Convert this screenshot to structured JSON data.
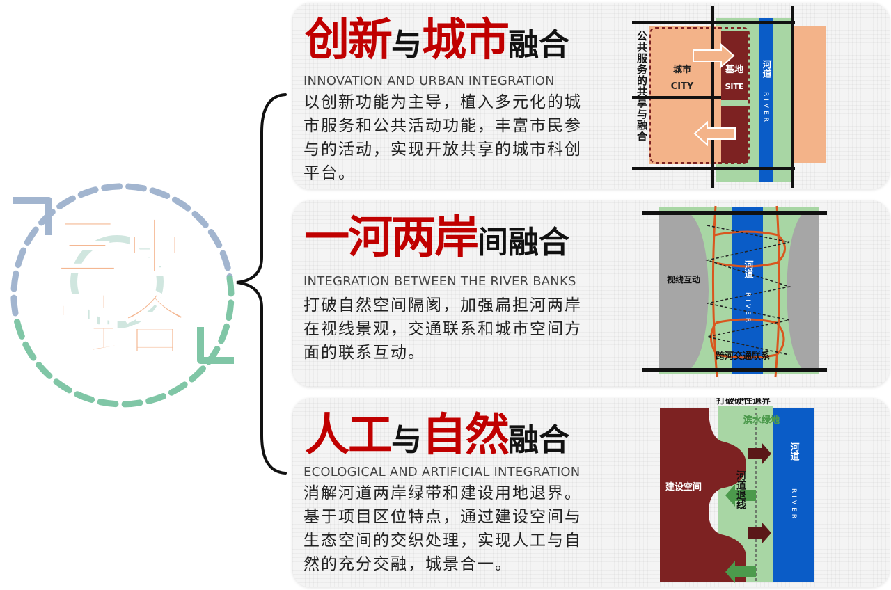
{
  "main": {
    "line1": "三重",
    "line2": "融合"
  },
  "sections": [
    {
      "title_a": "创新",
      "title_join": "与",
      "title_b": "城市",
      "title_end": "融合",
      "subtitle": "INNOVATION AND URBAN INTEGRATION",
      "description": "以创新功能为主导，植入多元化的城市服务和公共活动功能，丰富市民参与的活动，实现开放共享的城市科创平台。",
      "diagram": {
        "vertical_label": "公共服务的共享与融合",
        "city_cn": "城市",
        "city_en": "CITY",
        "site_cn": "基地",
        "site_en": "SITE",
        "river_cn": "河道",
        "river_en": "RIVER"
      }
    },
    {
      "title_a": "一河两岸",
      "title_end": "间融合",
      "subtitle": "INTEGRATION BETWEEN THE RIVER BANKS",
      "description": "打破自然空间隔阂，加强扁担河两岸在视线景观，交通联系和城市空间方面的联系互动。",
      "diagram": {
        "sight_label": "视线互动",
        "traffic_label": "跨河交通联系",
        "river_cn": "河道",
        "river_en": "RIVER"
      }
    },
    {
      "title_a": "人工",
      "title_join": "与",
      "title_b": "自然",
      "title_end": "融合",
      "subtitle": "ECOLOGICAL AND ARTIFICIAL INTEGRATION",
      "description": "消解河道两岸绿带和建设用地退界。基于项目区位特点，通过建设空间与生态空间的交织处理，实现人工与自然的充分交融，城景合一。",
      "diagram": {
        "top_label": "打破硬性退界",
        "green_label": "滨水绿地",
        "build_label": "建设空间",
        "setback_label": "河道退线",
        "river_cn": "河道",
        "river_en": "RIVER"
      }
    }
  ],
  "colors": {
    "accent_red": "#c00000",
    "salmon": "#f3b389",
    "maroon": "#7d2222",
    "river_blue": "#0a5cc7",
    "green": "#a8d6a4",
    "teal": "#80c6a6",
    "bluegray": "#a2b5cf"
  }
}
